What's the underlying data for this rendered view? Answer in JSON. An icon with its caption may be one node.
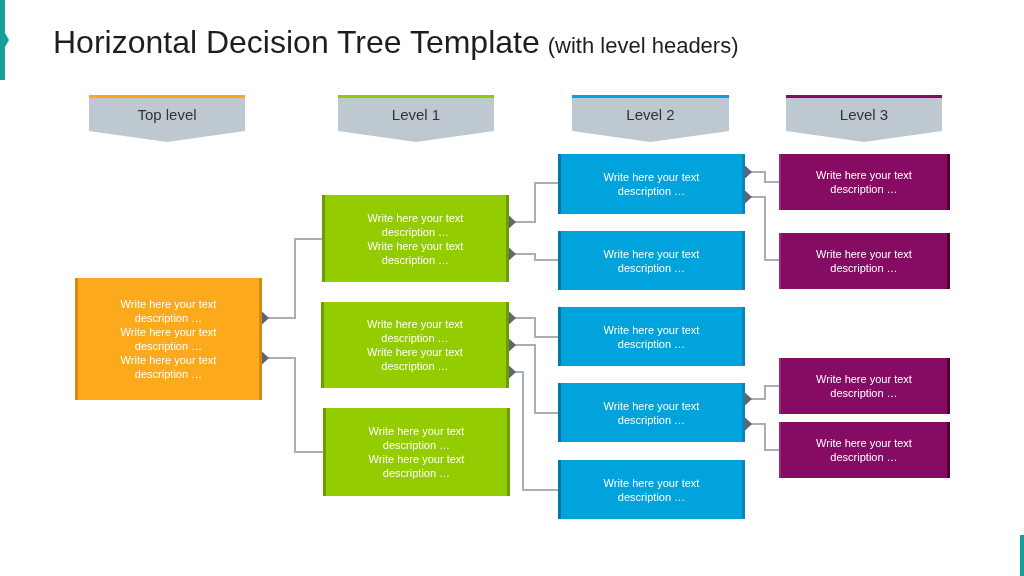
{
  "diagram": {
    "title": "Horizontal Decision Tree Template",
    "nodes": [
      {
        "text": [
          "Top level"
        ]
      },
      {
        "text": [
          "Level 1"
        ]
      },
      {
        "text": [
          "Level 2"
        ]
      },
      {
        "text": [
          "Level 3"
        ]
      },
      {
        "text": [
          "Write here your text description …",
          "Write here your text description …",
          "Write here your text description …"
        ]
      },
      {
        "text": [
          "Write here your text description …",
          "Write here your text description …"
        ]
      },
      {
        "text": [
          "Write here your text description …",
          "Write here your text description …"
        ]
      },
      {
        "text": [
          "Write here your text description …",
          "Write here your text description …"
        ]
      },
      {
        "text": [
          "Write here your text description …"
        ]
      },
      {
        "text": [
          "Write here your text description …"
        ]
      },
      {
        "text": [
          "Write here your text description …"
        ]
      },
      {
        "text": [
          "Write here your text description …"
        ]
      },
      {
        "text": [
          "Write here your text description …"
        ]
      },
      {
        "text": [
          "Write here your text description …"
        ]
      },
      {
        "text": [
          "Write here your text description …"
        ]
      },
      {
        "text": [
          "Write here your text description …"
        ]
      },
      {
        "text": [
          "Write here your text description …"
        ]
      }
    ],
    "edges": [
      {
        "from": 4,
        "to": 5,
        "arrow": "other"
      },
      {
        "from": 4,
        "to": 7,
        "arrow": "other"
      },
      {
        "from": 5,
        "to": 8,
        "arrow": "other"
      },
      {
        "from": 5,
        "to": 9,
        "arrow": "other"
      },
      {
        "from": 6,
        "to": 10,
        "arrow": "other"
      },
      {
        "from": 6,
        "to": 11,
        "arrow": "other"
      },
      {
        "from": 6,
        "to": 12,
        "arrow": "other"
      },
      {
        "from": 8,
        "to": 13,
        "arrow": "other"
      },
      {
        "from": 8,
        "to": 14,
        "arrow": "other"
      },
      {
        "from": 11,
        "to": 15,
        "arrow": "other"
      },
      {
        "from": 11,
        "to": 16,
        "arrow": "other"
      }
    ],
    "labels": [
      "(with level headers)"
    ]
  }
}
